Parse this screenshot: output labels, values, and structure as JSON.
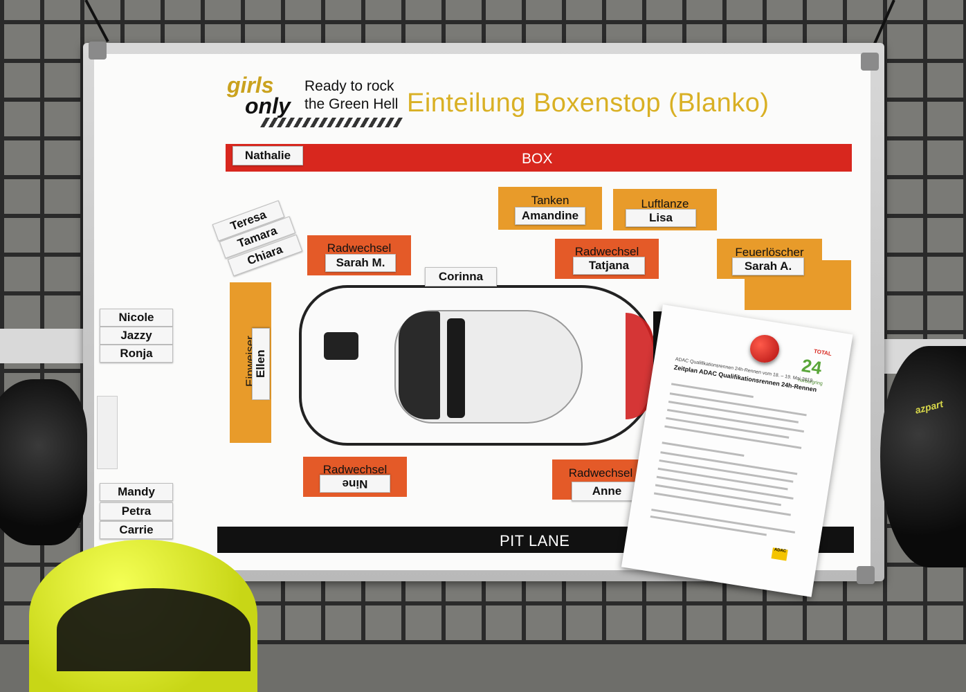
{
  "logo": {
    "line1": "girls",
    "line2": "only"
  },
  "slogan": {
    "line1": "Ready to rock",
    "line2": "the Green Hell"
  },
  "title": "Einteilung Boxenstop (Blanko)",
  "bars": {
    "box": "BOX",
    "pit_lane": "PIT LANE"
  },
  "colors": {
    "box_bar": "#d8271e",
    "title": "#d9b024",
    "zone_red": "#e45a28",
    "zone_orange": "#e89b2a",
    "magnet": "#c81818",
    "helmet": "#e4f02a"
  },
  "names": {
    "nathalie": "Nathalie",
    "corinna": "Corinna",
    "teresa": "Teresa",
    "tamara": "Tamara",
    "chiara": "Chiara",
    "nicole": "Nicole",
    "jazzy": "Jazzy",
    "ronja": "Ronja",
    "mandy": "Mandy",
    "petra": "Petra",
    "carrie": "Carrie"
  },
  "zones": {
    "tanken": {
      "label": "Tanken",
      "name": "Amandine"
    },
    "luftlanze": {
      "label": "Luftlanze",
      "name": "Lisa"
    },
    "radwechsel_fl": {
      "label": "Radwechsel",
      "name": "Sarah M."
    },
    "radwechsel_fr": {
      "label": "Radwechsel",
      "name": "Tatjana"
    },
    "feuerloescher": {
      "label": "Feuerlöscher",
      "name": "Sarah A."
    },
    "einweiser": {
      "label": "Einweiser",
      "name": "Ellen"
    },
    "radwechsel_rl": {
      "label": "Radwechsel",
      "name": "Nine"
    },
    "radwechsel_rr": {
      "label": "Radwechsel",
      "name": "Anne"
    }
  },
  "paper": {
    "header_small": "ADAC Qualifikationsrennen 24h-Rennen vom 18. – 19. Mai 2019",
    "header": "Zeitplan ADAC Qualifikationsrennen 24h-Rennen",
    "brand_total": "TOTAL",
    "brand_24": "24",
    "brand_nbr": "nürburgring",
    "adac": "ADAC"
  },
  "helmet_brand": "azpart"
}
